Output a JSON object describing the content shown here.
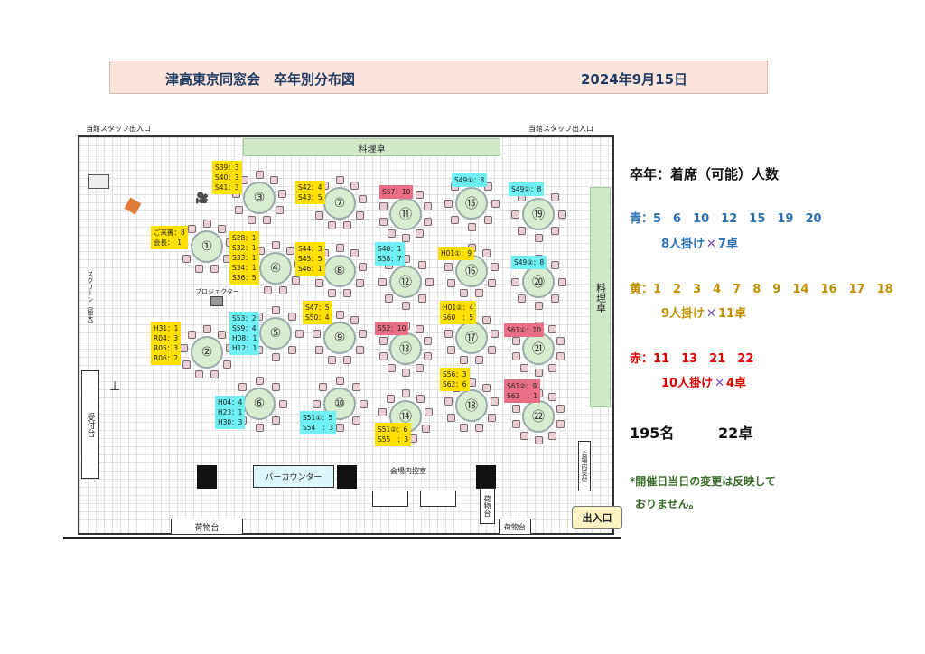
{
  "header": {
    "title": "津高東京同窓会　卒年別分布図",
    "date": "2024年9月15日"
  },
  "floor": {
    "staff_door_left": "当館スタッフ出入口",
    "staff_door_right": "当館スタッフ出入口",
    "food_top": "料理卓",
    "food_right": "料理卓",
    "screen": "スクリーン（極大）",
    "projector": "プロジェクター",
    "stage": "受付台",
    "bar": "バーカウンター",
    "control": "会場内控室",
    "luggage1": "荷物台",
    "luggage2": "荷物台",
    "luggage3": "荷物台",
    "reception": "会場内受付",
    "exit": "出入口"
  },
  "tables": [
    {
      "no": "①",
      "color": "y",
      "label": "ご来賓：8\n会長：　1"
    },
    {
      "no": "②",
      "color": "y",
      "label": "H31：1\nR04：3\nR05：3\nR06：2"
    },
    {
      "no": "③",
      "color": "y",
      "label": "S39：3\nS40：3\nS41：3"
    },
    {
      "no": "④",
      "color": "y",
      "label": "S28：1\nS32：1\nS33：1\nS34：1\nS36：5"
    },
    {
      "no": "⑤",
      "color": "c",
      "label": "S53：2\nS59：4\nH08：1\nH12：1"
    },
    {
      "no": "⑥",
      "color": "c",
      "label": "H04：4\nH23：1\nH30：3"
    },
    {
      "no": "⑦",
      "color": "y",
      "label": "S42：4\nS43：5"
    },
    {
      "no": "⑧",
      "color": "y",
      "label": "S44：3\nS45：5\nS46：1"
    },
    {
      "no": "⑨",
      "color": "y",
      "label": "S47：5\nS50：4"
    },
    {
      "no": "⑩",
      "color": "c",
      "label": "S51①：5\nS54　：3"
    },
    {
      "no": "⑪",
      "color": "r",
      "label": "S57：10"
    },
    {
      "no": "⑫",
      "color": "c",
      "label": "S48：1\nS58：7"
    },
    {
      "no": "⑬",
      "color": "r",
      "label": "S52：10"
    },
    {
      "no": "⑭",
      "color": "y",
      "label": "S51②：6\nS55　：3"
    },
    {
      "no": "⑮",
      "color": "c",
      "label": "S49①：8"
    },
    {
      "no": "⑯",
      "color": "y",
      "label": "H01①：9"
    },
    {
      "no": "⑰",
      "color": "y",
      "label": "H01②：4\nS60　：5"
    },
    {
      "no": "⑱",
      "color": "y",
      "label": "S56：3\nS62：6"
    },
    {
      "no": "⑲",
      "color": "c",
      "label": "S49②：8"
    },
    {
      "no": "⑳",
      "color": "c",
      "label": "S49③：8"
    },
    {
      "no": "㉑",
      "color": "r",
      "label": "S61①：10"
    },
    {
      "no": "㉒",
      "color": "r",
      "label": "S61②：9\nS62　：1"
    }
  ],
  "legend": {
    "heading": "卒年：着席（可能）人数",
    "blue_nums": "青：5　6　10　12　15　19　20",
    "blue_sub": "8人掛け",
    "blue_count": "7卓",
    "yellow_nums": "黄：1　2　3　4　7　8　9　14　16　17　18",
    "yellow_sub": "9人掛け",
    "yellow_count": "11卓",
    "red_nums": "赤：11　13　21　22",
    "red_sub": "10人掛け",
    "red_count": "4卓",
    "total_people": "195名",
    "total_tables": "22卓",
    "note1": "*開催日当日の変更は反映して",
    "note2": "おりません。",
    "cross": "✕",
    "blue_color": "#2e74b5",
    "yellow_color": "#bf9000",
    "red_color": "#e00000",
    "cross_color": "#7b4fbf"
  }
}
